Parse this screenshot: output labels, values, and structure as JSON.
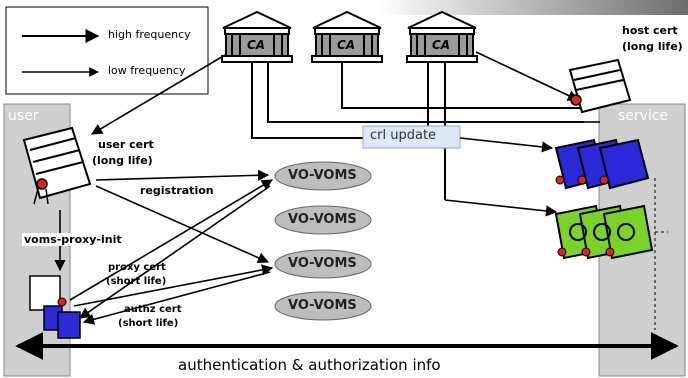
{
  "legend": {
    "high_label": "high frequency",
    "low_label": "low frequency"
  },
  "ca": {
    "labels": [
      "CA",
      "CA",
      "CA"
    ]
  },
  "user": {
    "region_label": "user",
    "cert_label_1": "user cert",
    "cert_label_2": "(long life)",
    "command_label": "voms-proxy-init",
    "proxy_label_1": "proxy cert",
    "proxy_label_2": "(short life)",
    "authz_label_1": "authz cert",
    "authz_label_2": "(short life)"
  },
  "service": {
    "region_label": "service",
    "host_label_1": "host cert",
    "host_label_2": "(long life)"
  },
  "crl_label": "crl update",
  "registration_label": "registration",
  "voms": {
    "labels": [
      "VO-VOMS",
      "VO-VOMS",
      "VO-VOMS",
      "VO-VOMS"
    ]
  },
  "footer_label": "authentication & authorization info",
  "colors": {
    "region_gray": "#cfcfcf",
    "voms_fill": "#bdbdbd",
    "crl_blue": "#dbeaf6",
    "cert_blue": "#2a2adb",
    "cert_green": "#7bd32a"
  }
}
